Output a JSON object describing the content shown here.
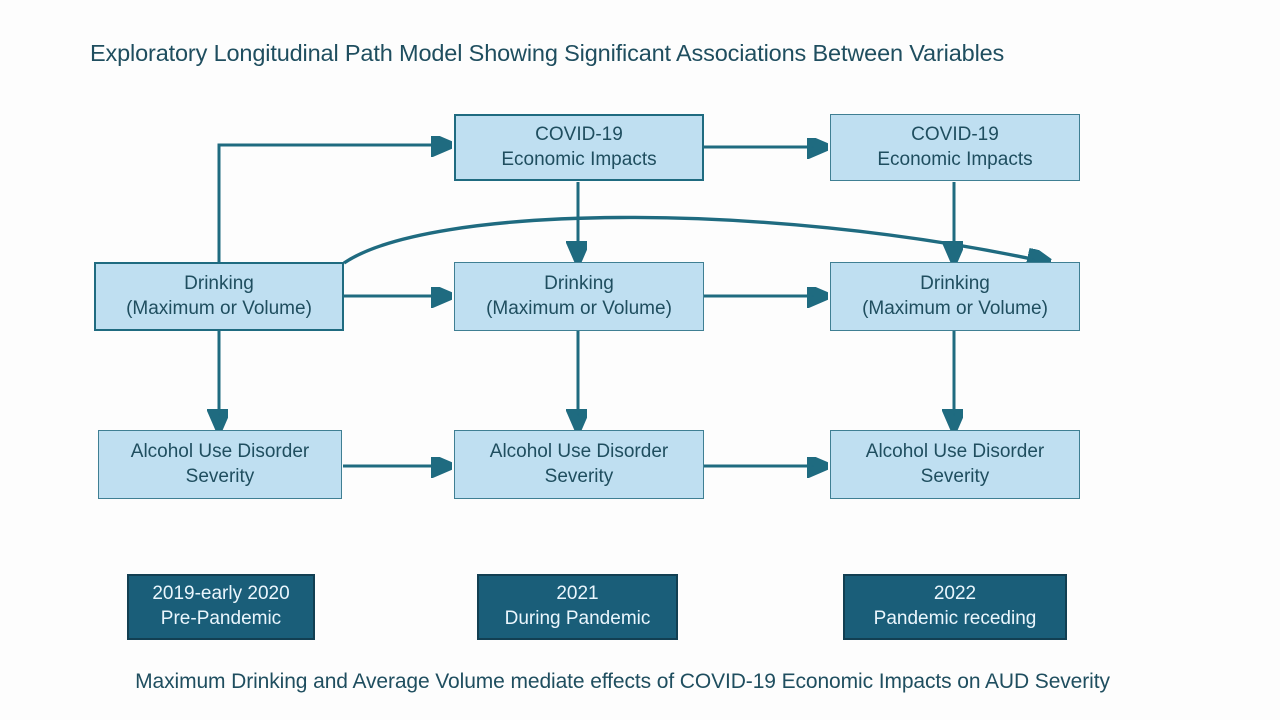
{
  "title": "Exploratory Longitudinal Path Model Showing Significant Associations Between Variables",
  "caption": "Maximum Drinking and Average Volume mediate effects of COVID-19 Economic Impacts on AUD Severity",
  "colors": {
    "node_fill": "#bfdff1",
    "node_border": "#1f6b80",
    "node_text": "#1f4e5f",
    "period_fill": "#1a5e79",
    "period_text": "#eaf6fd",
    "arrow": "#1f6b80",
    "background": "#fdfdfd"
  },
  "nodes": {
    "covid_t2": {
      "line1": "COVID-19",
      "line2": "Economic Impacts"
    },
    "covid_t3": {
      "line1": "COVID-19",
      "line2": "Economic Impacts"
    },
    "drinking_t1": {
      "line1": "Drinking",
      "line2": "(Maximum or Volume)"
    },
    "drinking_t2": {
      "line1": "Drinking",
      "line2": "(Maximum or Volume)"
    },
    "drinking_t3": {
      "line1": "Drinking",
      "line2": "(Maximum or Volume)"
    },
    "aud_t1": {
      "line1": "Alcohol Use Disorder",
      "line2": "Severity"
    },
    "aud_t2": {
      "line1": "Alcohol Use Disorder",
      "line2": "Severity"
    },
    "aud_t3": {
      "line1": "Alcohol Use Disorder",
      "line2": "Severity"
    }
  },
  "periods": [
    {
      "line1": "2019-early 2020",
      "line2": "Pre-Pandemic"
    },
    {
      "line1": "2021",
      "line2": "During Pandemic"
    },
    {
      "line1": "2022",
      "line2": "Pandemic receding"
    }
  ],
  "paths": [
    {
      "name": "drinking-t1-to-covid-t2",
      "kind": "elbow"
    },
    {
      "name": "covid-t2-to-covid-t3",
      "kind": "straight"
    },
    {
      "name": "covid-t2-to-drinking-t2",
      "kind": "straight"
    },
    {
      "name": "covid-t3-to-drinking-t3",
      "kind": "straight"
    },
    {
      "name": "drinking-t1-to-drinking-t2",
      "kind": "straight"
    },
    {
      "name": "drinking-t2-to-drinking-t3",
      "kind": "straight"
    },
    {
      "name": "drinking-t1-to-drinking-t3",
      "kind": "curve"
    },
    {
      "name": "drinking-t1-to-aud-t1",
      "kind": "straight"
    },
    {
      "name": "drinking-t2-to-aud-t2",
      "kind": "straight"
    },
    {
      "name": "drinking-t3-to-aud-t3",
      "kind": "straight"
    },
    {
      "name": "aud-t1-to-aud-t2",
      "kind": "straight"
    },
    {
      "name": "aud-t2-to-aud-t3",
      "kind": "straight"
    }
  ]
}
